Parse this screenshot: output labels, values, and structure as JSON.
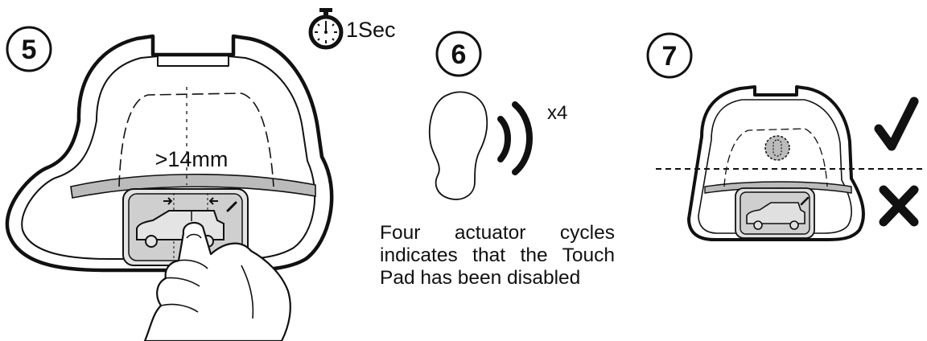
{
  "steps": {
    "step5": {
      "number": "5",
      "timer_label": "1Sec",
      "distance_label": ">14mm"
    },
    "step6": {
      "number": "6",
      "repeat_label": "x4",
      "description": "Four actuator cycles indicates that the Touch Pad has been disabled"
    },
    "step7": {
      "number": "7"
    }
  },
  "icons": {
    "timer": "stopwatch-icon",
    "sound": "sound-waves-icon",
    "check": "checkmark-icon",
    "cross": "cross-icon",
    "vehicle": "suv-car-icon"
  }
}
